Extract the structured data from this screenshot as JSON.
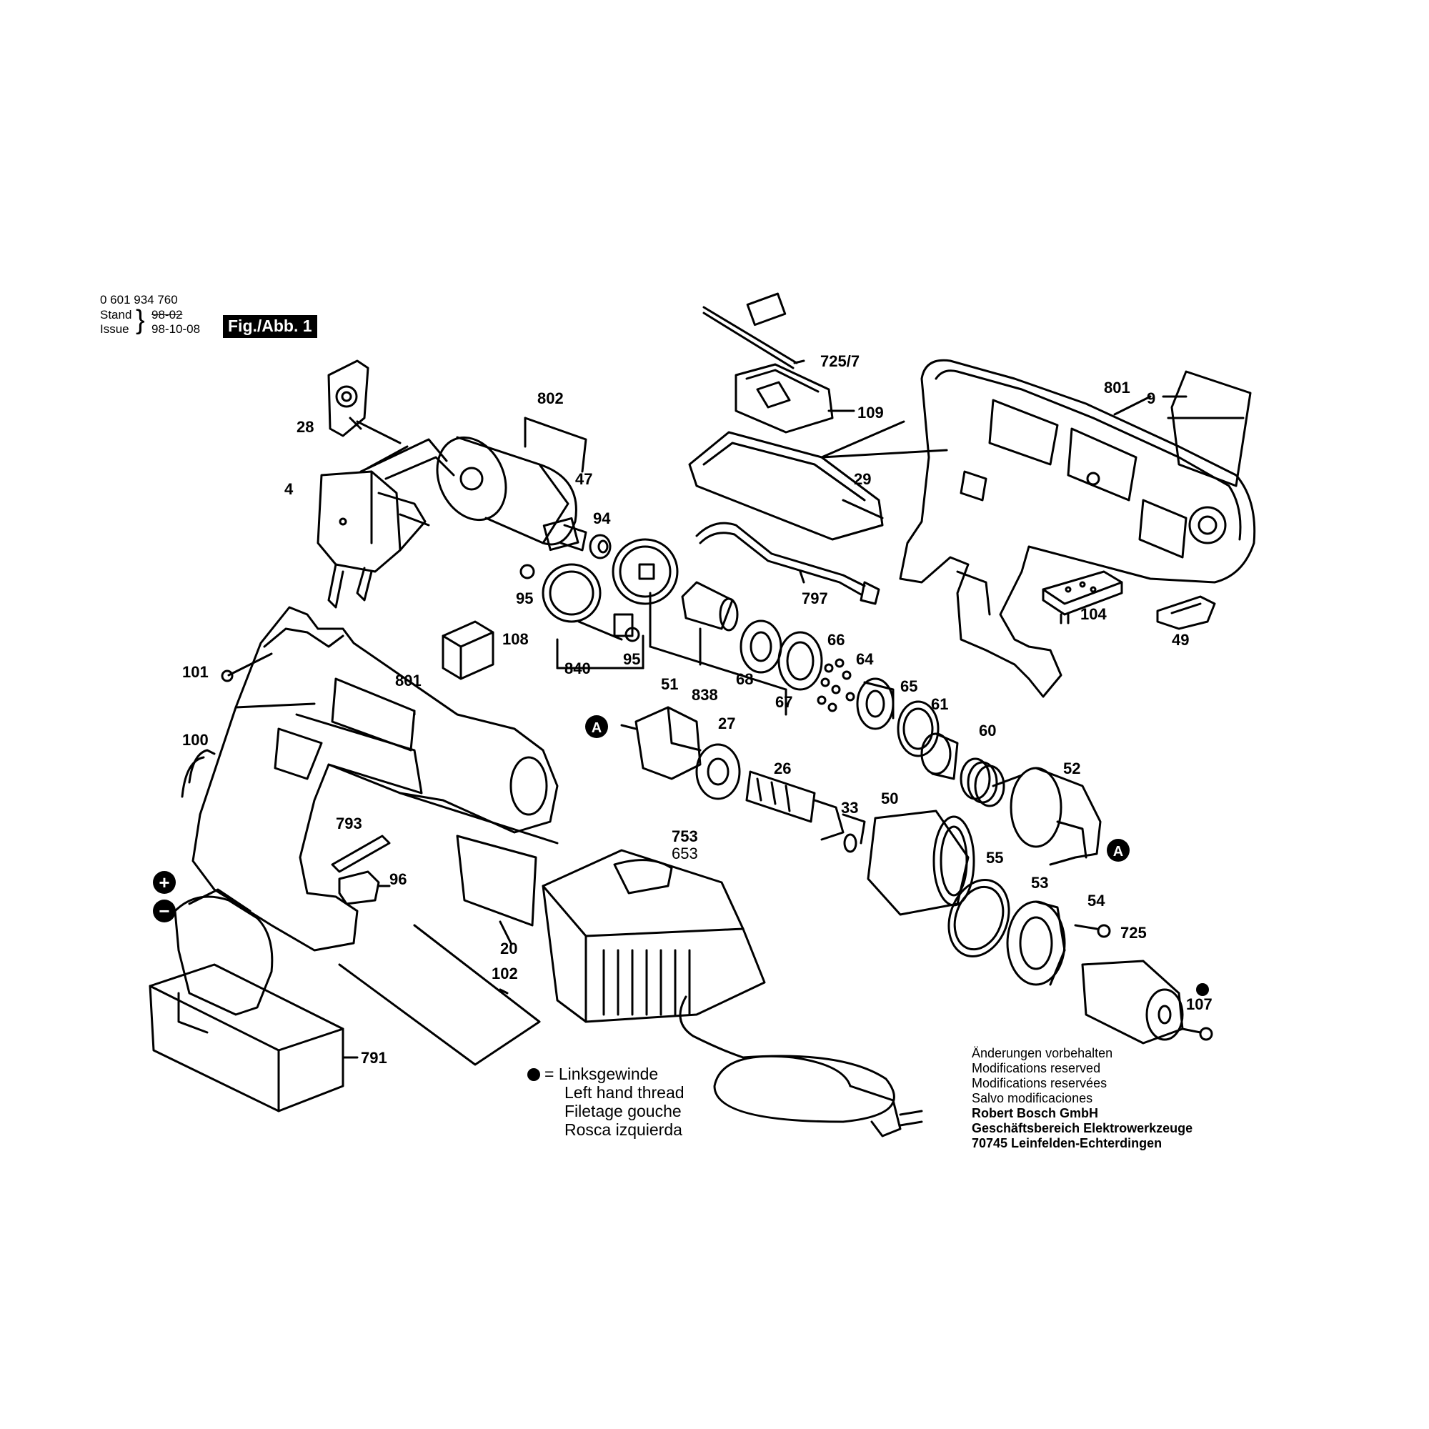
{
  "header": {
    "part_number": "0 601 934 760",
    "stand_label": "Stand",
    "stand_value": "98-02",
    "issue_label": "Issue",
    "issue_value": "98-10-08",
    "figure_label": "Fig./Abb. 1"
  },
  "parts": {
    "p725_7": "725/7",
    "p109": "109",
    "p801_top": "801",
    "p9": "9",
    "p802": "802",
    "p28": "28",
    "p47": "47",
    "p4": "4",
    "p94": "94",
    "p29": "29",
    "p95_a": "95",
    "p95_b": "95",
    "p797": "797",
    "p104": "104",
    "p49": "49",
    "p108": "108",
    "p840": "840",
    "p66": "66",
    "p64": "64",
    "p101": "101",
    "p801_bottom": "801",
    "p838": "838",
    "p68": "68",
    "p67": "67",
    "p51": "51",
    "p65": "65",
    "p61": "61",
    "p27": "27",
    "p60": "60",
    "p100": "100",
    "p26": "26",
    "p52": "52",
    "p33": "33",
    "p50": "50",
    "p793": "793",
    "p753": "753",
    "p653": "653",
    "p96": "96",
    "p55": "55",
    "p53": "53",
    "p54": "54",
    "p20": "20",
    "p725": "725",
    "p102": "102",
    "p107": "107",
    "p791": "791"
  },
  "markers": {
    "a_left": "A",
    "a_right": "A",
    "plus": "+",
    "minus": "−"
  },
  "legend": {
    "prefix": "=",
    "de": "Linksgewinde",
    "en": "Left hand thread",
    "fr": "Filetage gouche",
    "es": "Rosca izquierda"
  },
  "notes": {
    "de": "Änderungen vorbehalten",
    "en": "Modifications reserved",
    "fr": "Modifications reservées",
    "es": "Salvo modificaciones",
    "company": "Robert Bosch GmbH",
    "division": "Geschäftsbereich Elektrowerkzeuge",
    "address": "70745 Leinfelden-Echterdingen"
  },
  "colors": {
    "ink": "#000000",
    "paper": "#ffffff",
    "shade": "#d8d8d8"
  }
}
